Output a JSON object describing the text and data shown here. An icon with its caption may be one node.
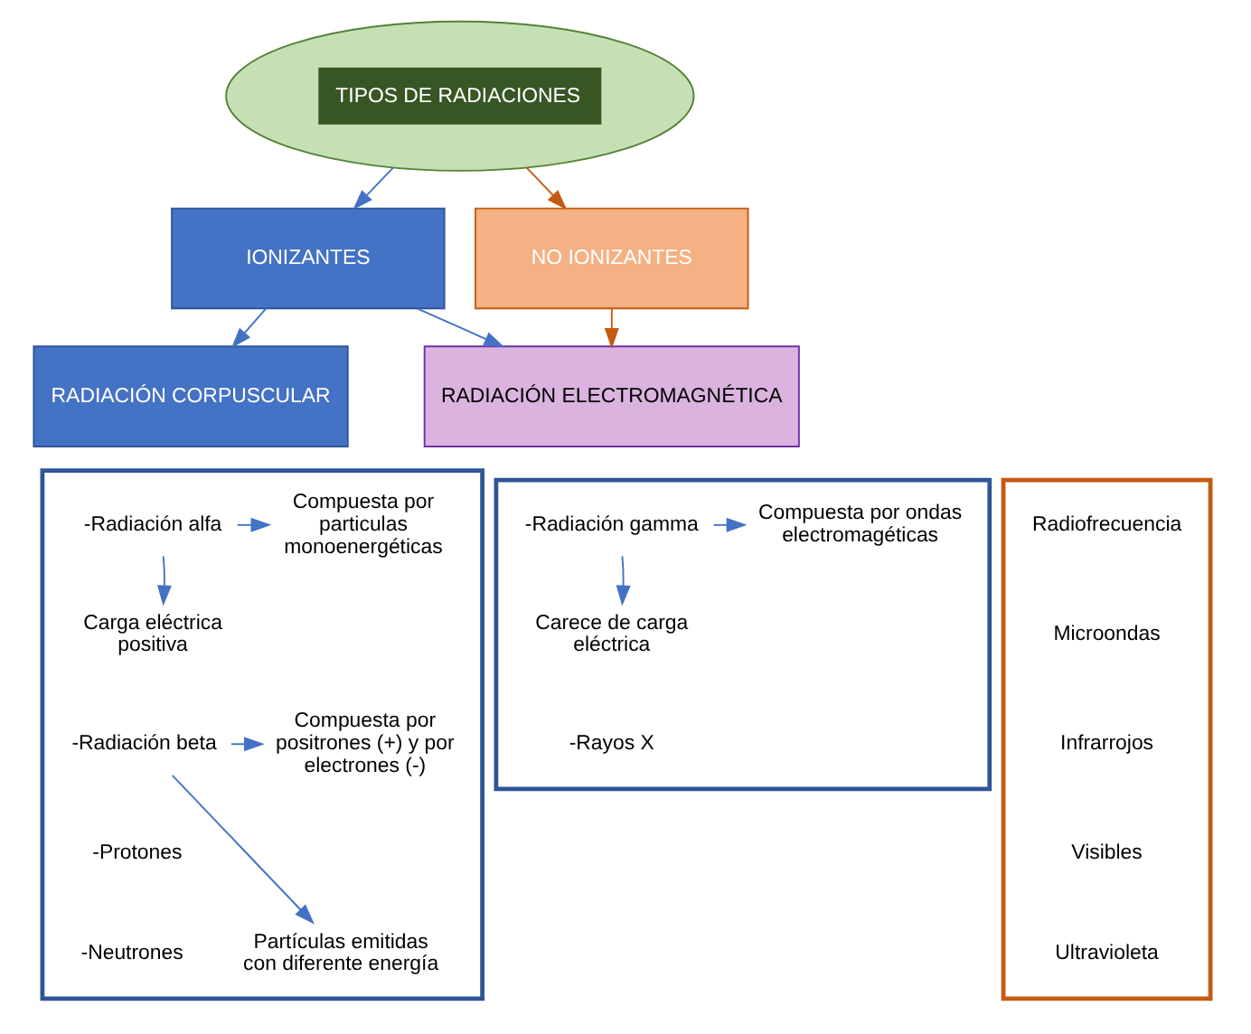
{
  "diagram": {
    "nodes": [
      {
        "text": [
          "TIPOS DE RADIACIONES"
        ]
      },
      {
        "text": [
          "IONIZANTES"
        ]
      },
      {
        "text": [
          "NO IONIZANTES"
        ]
      },
      {
        "text": [
          "RADIACIÓN CORPUSCULAR"
        ]
      },
      {
        "text": [
          "RADIACIÓN ELECTROMAGNÉTICA"
        ]
      },
      {
        "text": [],
        "shape": "box"
      },
      {
        "text": [
          "-Radiación alfa"
        ],
        "in": 5
      },
      {
        "text": [
          "Compuesta por particulas monoenergéticas"
        ],
        "in": 5
      },
      {
        "text": [
          "Carga eléctrica positiva"
        ],
        "in": 5
      },
      {
        "text": [
          "-Radiación beta"
        ],
        "in": 5
      },
      {
        "text": [
          "Compuesta por positrones (+) y por electrones (-)"
        ],
        "in": 5
      },
      {
        "text": [
          "-Protones"
        ],
        "in": 5
      },
      {
        "text": [
          "-Neutrones"
        ],
        "in": 5
      },
      {
        "text": [
          "Partículas emitidas con diferente energía"
        ],
        "in": 5
      },
      {
        "text": [],
        "shape": "box"
      },
      {
        "text": [
          "-Radiación gamma"
        ],
        "in": 14
      },
      {
        "text": [
          "Compuesta por ondas electromagéticas"
        ],
        "in": 14
      },
      {
        "text": [
          "Carece de carga eléctrica"
        ],
        "in": 14
      },
      {
        "text": [
          "-Rayos X"
        ],
        "in": 14
      },
      {
        "text": [],
        "shape": "box"
      },
      {
        "text": [
          "Radiofrecuencia"
        ],
        "in": 19
      },
      {
        "text": [
          "Microondas"
        ],
        "in": 19
      },
      {
        "text": [
          "Infrarrojos"
        ],
        "in": 19
      },
      {
        "text": [
          "Visibles"
        ],
        "in": 19
      },
      {
        "text": [
          "Ultravioleta"
        ],
        "in": 19
      }
    ],
    "edges": [
      {
        "from": 0,
        "to": 1,
        "arrow": "to"
      },
      {
        "from": 0,
        "to": 2,
        "arrow": "to",
        "color": "#c55a11"
      },
      {
        "from": 1,
        "to": 3,
        "arrow": "to"
      },
      {
        "from": 1,
        "to": 4,
        "arrow": "to"
      },
      {
        "from": 2,
        "to": 4,
        "arrow": "to",
        "color": "#c55a11"
      },
      {
        "from": 6,
        "to": 7,
        "arrow": "to"
      },
      {
        "from": 6,
        "to": 8,
        "arrow": "to"
      },
      {
        "from": 9,
        "to": 10,
        "arrow": "to"
      },
      {
        "from": 9,
        "to": 13,
        "arrow": "to"
      },
      {
        "from": 15,
        "to": 16,
        "arrow": "to"
      },
      {
        "from": 15,
        "to": 17,
        "arrow": "to"
      }
    ]
  }
}
